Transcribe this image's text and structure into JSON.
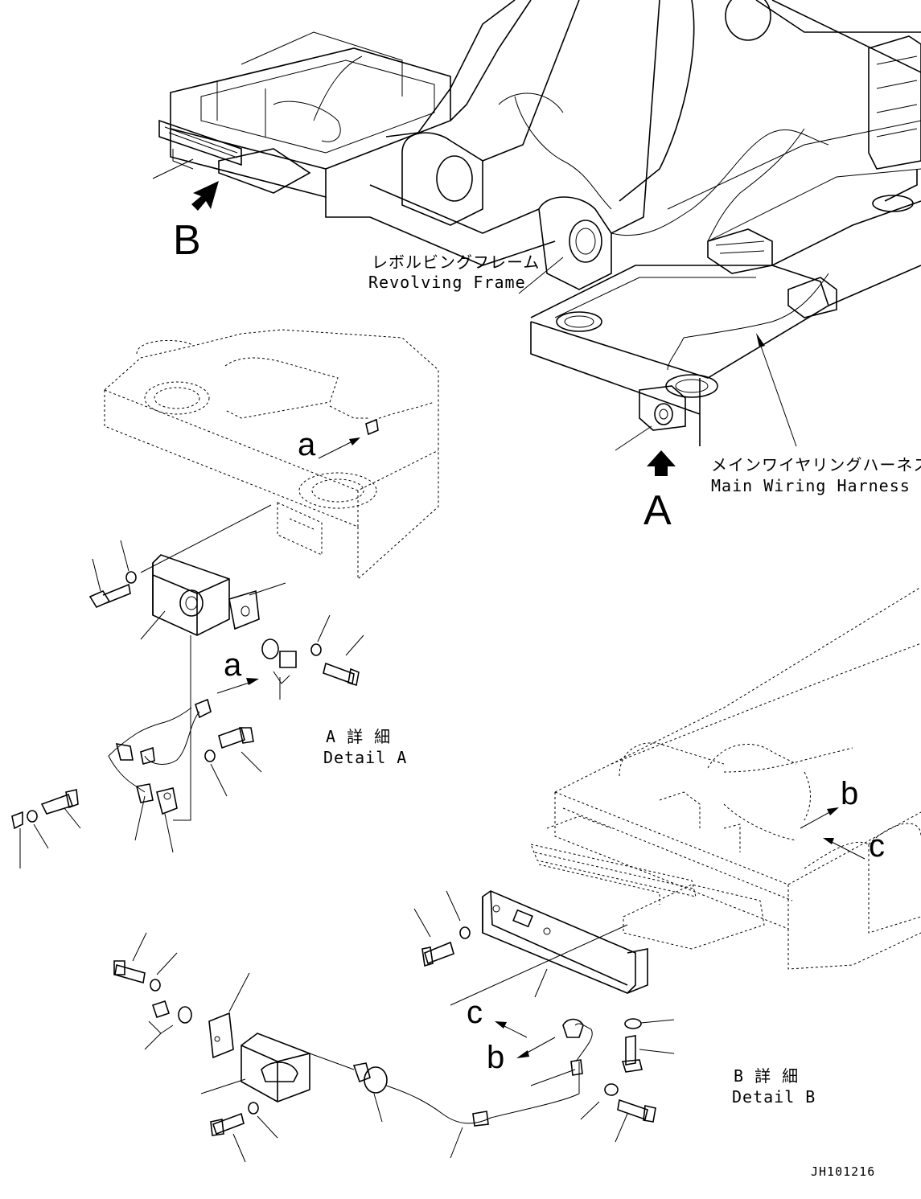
{
  "callouts": {
    "view_a": "A",
    "view_b": "B",
    "ref_a_top": "a",
    "ref_a_detail": "a",
    "ref_b_right": "b",
    "ref_c_right": "c",
    "ref_c_bottom": "c",
    "ref_b_bottom": "b"
  },
  "labels": {
    "revolving_frame_jp": "レボルビングフレーム",
    "revolving_frame_en": "Revolving Frame",
    "main_harness_jp": "メインワイヤリングハーネス",
    "main_harness_en": "Main Wiring Harness",
    "detail_a_jp": "A 詳 細",
    "detail_a_en": "Detail A",
    "detail_b_jp": "B 詳 細",
    "detail_b_en": "Detail B"
  },
  "drawing_code": "JH101216",
  "icons": {
    "view_arrow_a": "solid-arrow-up",
    "view_arrow_b": "solid-arrow-up-right"
  }
}
